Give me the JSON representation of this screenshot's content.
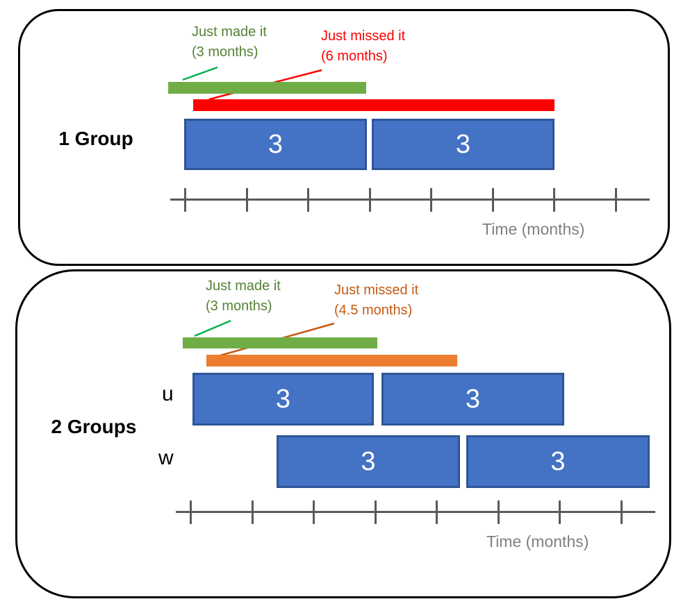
{
  "colors": {
    "green_bar": "#70AD47",
    "green_text": "#548235",
    "green_leader": "#00B050",
    "red": "#FF0000",
    "orange_bar": "#ED7D31",
    "orange_text": "#C55A11",
    "blue_fill": "#4472C4",
    "blue_border": "#2F5597",
    "axis": "#595959",
    "axis_label": "#808080",
    "panel_border": "#000000"
  },
  "panels": [
    {
      "title": "1 Group",
      "made": {
        "label": "Just made it",
        "duration": "(3 months)",
        "months": 3,
        "bar_start_month": 0,
        "bar_end_month": 3
      },
      "missed": {
        "label": "Just missed it",
        "duration": "(6 months)",
        "months": 6,
        "bar_start_month": 0,
        "bar_end_month": 6
      },
      "rows": [
        {
          "label": "",
          "boxes": [
            "3",
            "3"
          ],
          "box_spans_months": [
            [
              0,
              3
            ],
            [
              3,
              6
            ]
          ]
        }
      ],
      "axis_label": "Time (months)",
      "axis_ticks": 8
    },
    {
      "title": "2 Groups",
      "made": {
        "label": "Just made it",
        "duration": "(3 months)",
        "months": 3,
        "bar_start_month": 0,
        "bar_end_month": 3
      },
      "missed": {
        "label": "Just missed it",
        "duration": "(4.5 months)",
        "months": 4.5,
        "bar_start_month": 0,
        "bar_end_month": 4.5
      },
      "rows": [
        {
          "label": "u",
          "boxes": [
            "3",
            "3"
          ],
          "box_spans_months": [
            [
              0,
              3
            ],
            [
              3,
              6
            ]
          ]
        },
        {
          "label": "w",
          "boxes": [
            "3",
            "3"
          ],
          "box_spans_months": [
            [
              1.5,
              4.5
            ],
            [
              4.5,
              7.5
            ]
          ]
        }
      ],
      "axis_label": "Time (months)",
      "axis_ticks": 8
    }
  ]
}
